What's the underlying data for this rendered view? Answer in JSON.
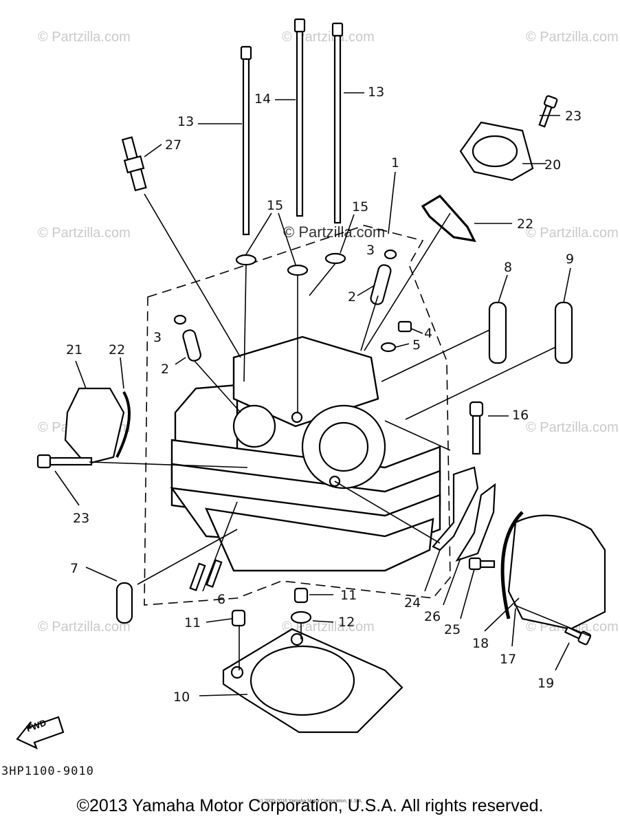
{
  "diagram": {
    "callouts": {
      "p1": "1",
      "p2a": "2",
      "p2b": "2",
      "p3a": "3",
      "p3b": "3",
      "p4": "4",
      "p5": "5",
      "p6": "6",
      "p7": "7",
      "p8": "8",
      "p9": "9",
      "p10": "10",
      "p11a": "11",
      "p11b": "11",
      "p12": "12",
      "p13a": "13",
      "p13b": "13",
      "p14": "14",
      "p15a": "15",
      "p15b": "15",
      "p16": "16",
      "p17": "17",
      "p18": "18",
      "p19": "19",
      "p20": "20",
      "p21": "21",
      "p22a": "22",
      "p22b": "22",
      "p23a": "23",
      "p23b": "23",
      "p24": "24",
      "p25": "25",
      "p26": "26",
      "p27": "27"
    },
    "fwd_label": "FWD",
    "drawing_code": "3HP1100-9010",
    "watermark": "© Partzilla.com",
    "watermark_center": "© Partzilla.com",
    "tiny_credit": "(c) 2005-2016 Yamaha Motor Corporation, U.S.A.",
    "copyright": "©2013 Yamaha Motor Corporation, U.S.A. All rights reserved."
  }
}
